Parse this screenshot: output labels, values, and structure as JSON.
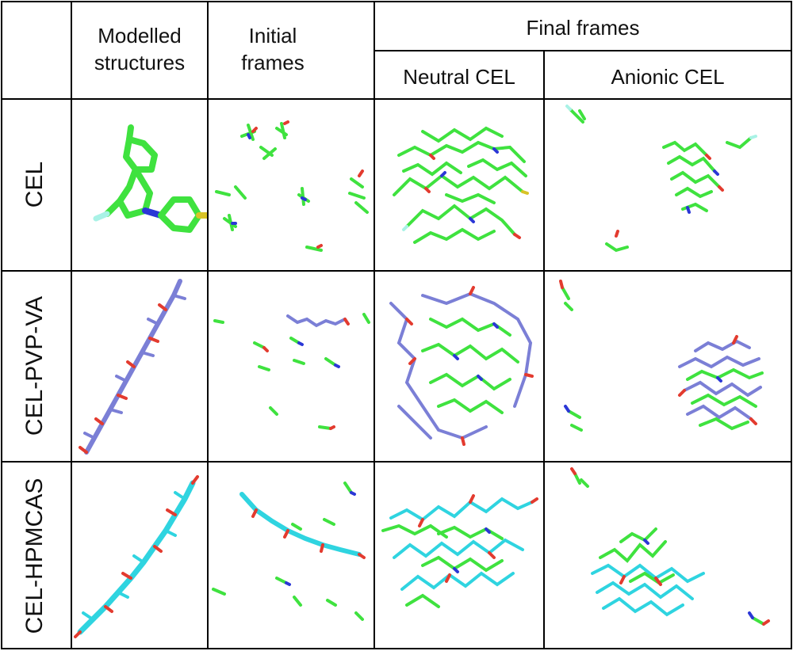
{
  "headers": {
    "modelled": "Modelled structures",
    "modelled_line1": "Modelled",
    "modelled_line2": "structures",
    "initial_line1": "Initial",
    "initial_line2": "frames",
    "final": "Final frames",
    "neutral": "Neutral CEL",
    "anionic": "Anionic CEL"
  },
  "rows": [
    {
      "label": "CEL"
    },
    {
      "label": "CEL-PVP-VA"
    },
    {
      "label": "CEL-HPMCAS"
    }
  ],
  "colors": {
    "cel_carbon": "#3fe23f",
    "pvpva": "#7b7fd6",
    "hpmcas": "#2fd4e0",
    "oxygen": "#e33b2f",
    "nitrogen": "#2b37d6",
    "sulfur": "#d8c327",
    "fluorine": "#a9f2e6",
    "grid_line": "#000000"
  }
}
